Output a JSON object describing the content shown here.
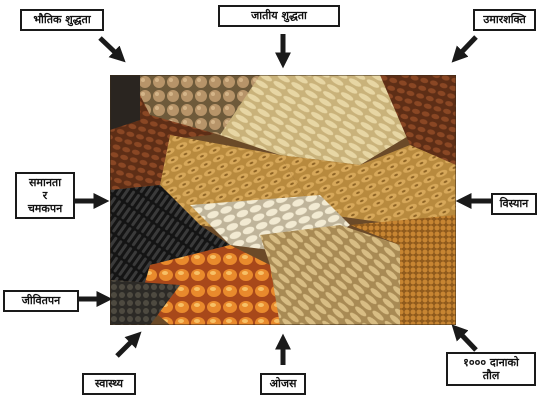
{
  "labels": {
    "physical_purity": "भौतिक शुद्धता",
    "genetic_purity": "जातीय शुद्धता",
    "germination_capacity": "उमारशक्ति",
    "uniformity_line1": "समानता",
    "uniformity_line2": "र",
    "uniformity_line3": "चमकपन",
    "expansion": "विस्यान",
    "viability": "जीवितपन",
    "health": "स्वास्थ्य",
    "vigor": "ओजस",
    "thousand_grain_weight_line1": "१००० दानाको",
    "thousand_grain_weight_line2": "तौल"
  },
  "colors": {
    "arrow": "#1a1a1a",
    "border": "#1a1a1a"
  }
}
